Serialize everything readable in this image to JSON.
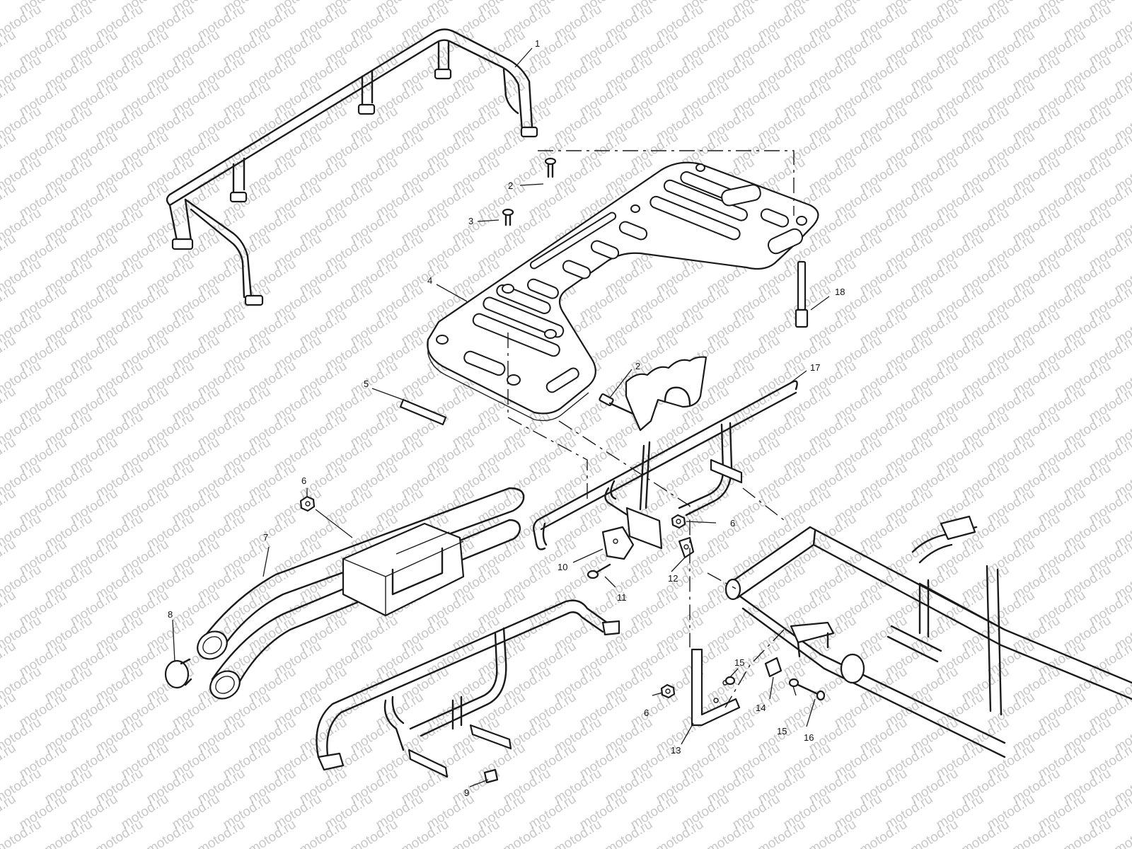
{
  "watermark": {
    "text": "motod.ru"
  },
  "callouts": [
    {
      "id": "c1",
      "label": "1"
    },
    {
      "id": "c2a",
      "label": "2"
    },
    {
      "id": "c2b",
      "label": "2"
    },
    {
      "id": "c3",
      "label": "3"
    },
    {
      "id": "c4",
      "label": "4"
    },
    {
      "id": "c5",
      "label": "5"
    },
    {
      "id": "c6a",
      "label": "6"
    },
    {
      "id": "c6b",
      "label": "6"
    },
    {
      "id": "c6c",
      "label": "6"
    },
    {
      "id": "c7",
      "label": "7"
    },
    {
      "id": "c8",
      "label": "8"
    },
    {
      "id": "c9",
      "label": "9"
    },
    {
      "id": "c10",
      "label": "10"
    },
    {
      "id": "c11",
      "label": "11"
    },
    {
      "id": "c12",
      "label": "12"
    },
    {
      "id": "c13",
      "label": "13"
    },
    {
      "id": "c14",
      "label": "14"
    },
    {
      "id": "c15a",
      "label": "15"
    },
    {
      "id": "c15b",
      "label": "15"
    },
    {
      "id": "c16",
      "label": "16"
    },
    {
      "id": "c17",
      "label": "17"
    },
    {
      "id": "c18",
      "label": "18"
    }
  ]
}
